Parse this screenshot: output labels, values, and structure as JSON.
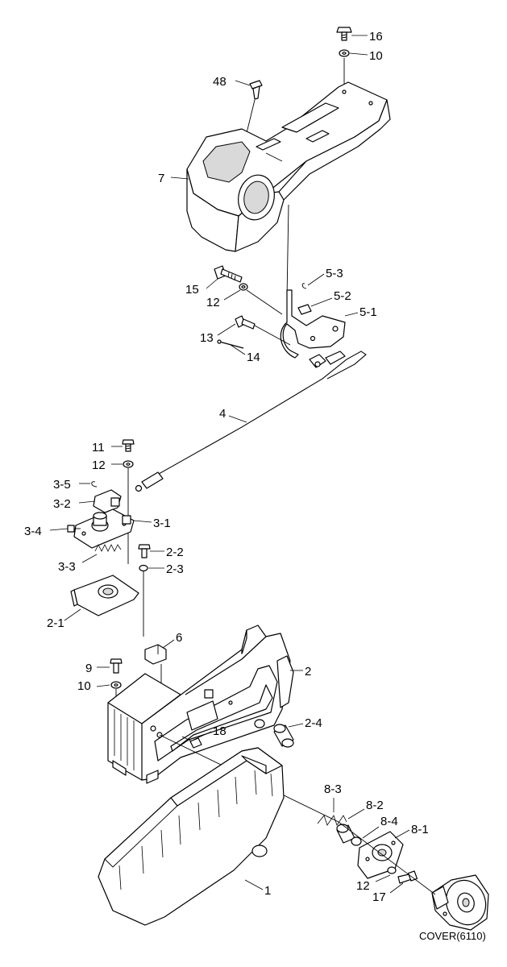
{
  "caption": "COVER(6110)",
  "callouts": {
    "c1": "1",
    "c2": "2",
    "c2_1": "2-1",
    "c2_2": "2-2",
    "c2_3": "2-3",
    "c2_4": "2-4",
    "c3_1": "3-1",
    "c3_2": "3-2",
    "c3_3": "3-3",
    "c3_4": "3-4",
    "c3_5": "3-5",
    "c4": "4",
    "c5_1": "5-1",
    "c5_2": "5-2",
    "c5_3": "5-3",
    "c6": "6",
    "c7": "7",
    "c8_1": "8-1",
    "c8_2": "8-2",
    "c8_3": "8-3",
    "c8_4": "8-4",
    "c9": "9",
    "c10a": "10",
    "c10b": "10",
    "c11": "11",
    "c12a": "12",
    "c12b": "12",
    "c12c": "12",
    "c13": "13",
    "c14": "14",
    "c15": "15",
    "c16": "16",
    "c17": "17",
    "c18": "18",
    "c48": "48"
  }
}
